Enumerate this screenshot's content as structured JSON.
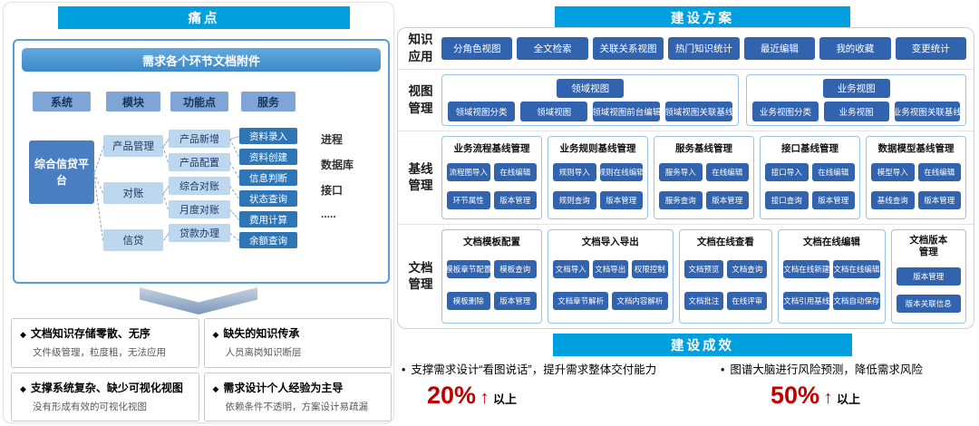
{
  "left": {
    "banner": "痛点",
    "bullet": "◆",
    "diagram": {
      "title": "需求各个环节文档附件",
      "col_headers": [
        "系统",
        "模块",
        "功能点",
        "服务"
      ],
      "platform": "综合信贷平台",
      "modules": [
        "产品管理",
        "对账",
        "信贷"
      ],
      "functions": [
        "产品新增",
        "产品配置",
        "综合对账",
        "月度对账",
        "贷款办理"
      ],
      "services": [
        "资料录入",
        "资料创建",
        "信息判断",
        "状态查询",
        "费用计算",
        "余额查询"
      ],
      "extras": [
        "进程",
        "数据库",
        "接口",
        "....."
      ]
    },
    "pain_points": [
      {
        "title": "文档知识存储零散、无序",
        "desc": "文件级管理，粒度粗，无法应用"
      },
      {
        "title": "缺失的知识传承",
        "desc": "人员离岗知识断层"
      },
      {
        "title": "支撑系统复杂、缺少可视化视图",
        "desc": "没有形成有效的可视化视图"
      },
      {
        "title": "需求设计个人经验为主导",
        "desc": "依赖条件不透明，方案设计易疏漏"
      }
    ]
  },
  "right": {
    "banner": "建设方案",
    "rows": {
      "knowledge": {
        "label": "知识应用",
        "buttons": [
          "分角色视图",
          "全文检索",
          "关联关系视图",
          "热门知识统计",
          "最近编辑",
          "我的收藏",
          "变更统计"
        ]
      },
      "view": {
        "label": "视图管理",
        "groups": [
          {
            "title": "领域视图",
            "buttons": [
              "领域视图分类",
              "领域视图",
              "领域视图前台编辑",
              "领域视图关联基线"
            ]
          },
          {
            "title": "业务视图",
            "buttons": [
              "业务视图分类",
              "业务视图",
              "业务视图关联基线"
            ]
          }
        ]
      },
      "baseline": {
        "label": "基线管理",
        "groups": [
          {
            "title": "业务流程基线管理",
            "buttons": [
              "流程图导入",
              "在线编辑",
              "环节属性",
              "版本管理"
            ]
          },
          {
            "title": "业务规则基线管理",
            "buttons": [
              "规则导入",
              "规则在线编辑",
              "规则查询",
              "版本管理"
            ]
          },
          {
            "title": "服务基线管理",
            "buttons": [
              "服务导入",
              "在线编辑",
              "服务查询",
              "版本管理"
            ]
          },
          {
            "title": "接口基线管理",
            "buttons": [
              "接口导入",
              "在线编辑",
              "接口查询",
              "版本管理"
            ]
          },
          {
            "title": "数据模型基线管理",
            "buttons": [
              "模型导入",
              "在线编辑",
              "基线查询",
              "版本管理"
            ]
          }
        ]
      },
      "document": {
        "label": "文档管理",
        "groups": [
          {
            "title": "文档模板配置",
            "buttons": [
              "模板章节配置",
              "模板查询",
              "模板删除",
              "版本管理"
            ]
          },
          {
            "title": "文档导入导出",
            "buttons": [
              "文档导入",
              "文档导出",
              "权限控制",
              "文档章节解析",
              "文档内容解析"
            ]
          },
          {
            "title": "文档在线查看",
            "buttons": [
              "文档预览",
              "文档查询",
              "文档批注",
              "在线评审"
            ]
          },
          {
            "title": "文档在线编辑",
            "buttons": [
              "文档在线新建",
              "文档在线编辑",
              "文档引用基线",
              "文档自动保存"
            ]
          },
          {
            "title": "文档版本管理",
            "buttons": [
              "版本管理",
              "版本关联信息"
            ]
          }
        ]
      }
    }
  },
  "results": {
    "banner": "建设成效",
    "bullet": "•",
    "items": [
      {
        "text": "支撑需求设计“看图说话”，提升需求整体交付能力",
        "metric": "20%",
        "arrow": "↑",
        "suffix": "以上"
      },
      {
        "text": "图谱大脑进行风险预测，降低需求风险",
        "metric": "50%",
        "arrow": "↑",
        "suffix": "以上"
      }
    ]
  }
}
